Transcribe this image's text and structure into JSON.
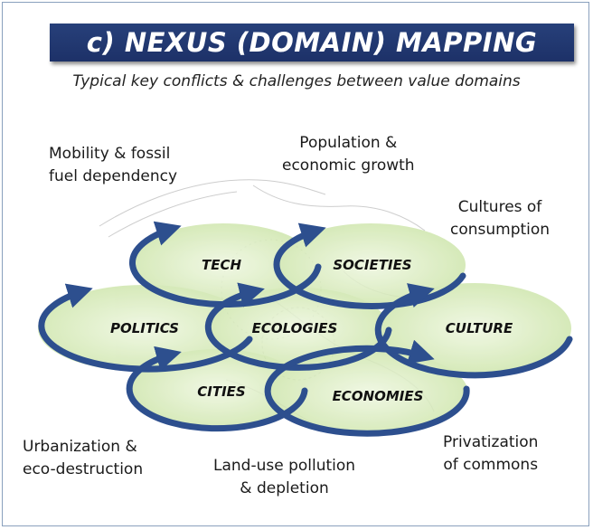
{
  "title": "c) NEXUS (DOMAIN) MAPPING",
  "subtitle": "Typical key conflicts & challenges between value domains",
  "domains": {
    "tech": "TECH",
    "societies": "SOCIETIES",
    "politics": "POLITICS",
    "ecologies": "ECOLOGIES",
    "culture": "CULTURE",
    "cities": "CITIES",
    "economies": "ECONOMIES"
  },
  "annotations": {
    "mobility": [
      "Mobility & fossil",
      "fuel dependency"
    ],
    "population": [
      "Population &",
      "economic growth"
    ],
    "cultures": [
      "Cultures of",
      "consumption"
    ],
    "urbanization": [
      "Urbanization &",
      "eco-destruction"
    ],
    "landuse": [
      "Land-use pollution",
      "& depletion"
    ],
    "privatization": [
      "Privatization",
      "of commons"
    ]
  },
  "colors": {
    "banner": "#1f3670",
    "ring": "#2d4f8e",
    "fill": "#d4eab4"
  }
}
